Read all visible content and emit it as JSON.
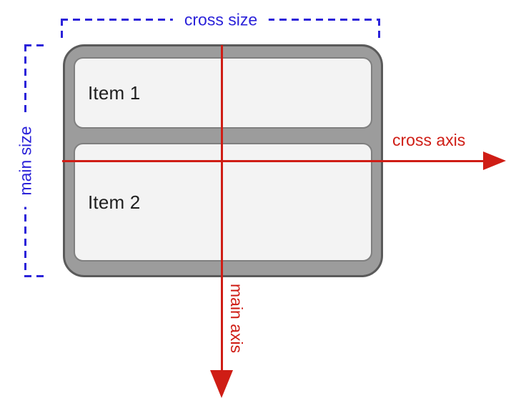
{
  "diagram": {
    "annotations": {
      "cross_size_label": "cross size",
      "main_size_label": "main size",
      "cross_axis_label": "cross axis",
      "main_axis_label": "main axis"
    },
    "container": {
      "items": [
        {
          "label": "Item 1"
        },
        {
          "label": "Item 2"
        }
      ]
    },
    "colors": {
      "size_annotation_blue": "#2b22d9",
      "axis_annotation_red": "#cf1d15",
      "container_fill": "#9c9c9c",
      "container_border": "#5a5a5a",
      "item_fill": "#f3f3f3",
      "item_border": "#7f7f7f",
      "item_text": "#1f1f1f",
      "canvas_bg": "#ffffff"
    }
  }
}
